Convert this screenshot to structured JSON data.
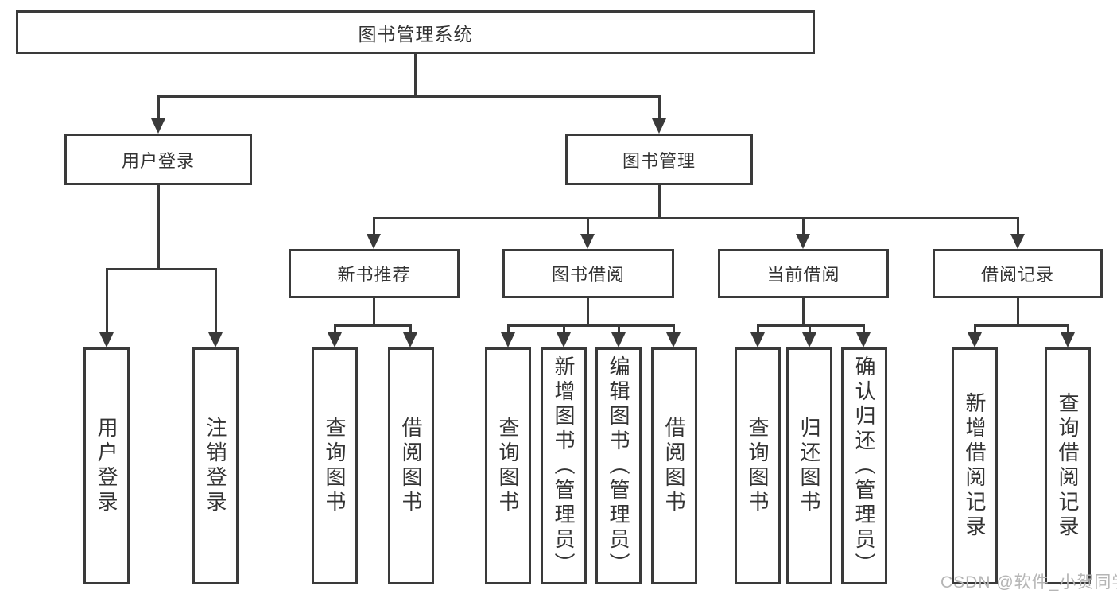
{
  "diagram": {
    "title_note": "library management system functional structure diagram",
    "root": {
      "label": "图书管理系统"
    },
    "level2": [
      {
        "label": "用户登录"
      },
      {
        "label": "图书管理"
      }
    ],
    "level3": [
      {
        "label": "新书推荐"
      },
      {
        "label": "图书借阅"
      },
      {
        "label": "当前借阅"
      },
      {
        "label": "借阅记录"
      }
    ],
    "leaves": [
      {
        "label": "用户登录"
      },
      {
        "label": "注销登录"
      },
      {
        "label": "查询图书"
      },
      {
        "label": "借阅图书"
      },
      {
        "label": "查询图书"
      },
      {
        "label": "新增图书（管理员）"
      },
      {
        "label": "编辑图书（管理员）"
      },
      {
        "label": "借阅图书"
      },
      {
        "label": "查询图书"
      },
      {
        "label": "归还图书"
      },
      {
        "label": "确认归还（管理员）"
      },
      {
        "label": "新增借阅记录"
      },
      {
        "label": "查询借阅记录"
      }
    ]
  },
  "watermark": {
    "text": "CSDN @软件_小贺同学"
  },
  "colors": {
    "line": "#3a3a3a",
    "text": "#333333",
    "watermark": "#b5b5b5",
    "background": "#ffffff"
  }
}
